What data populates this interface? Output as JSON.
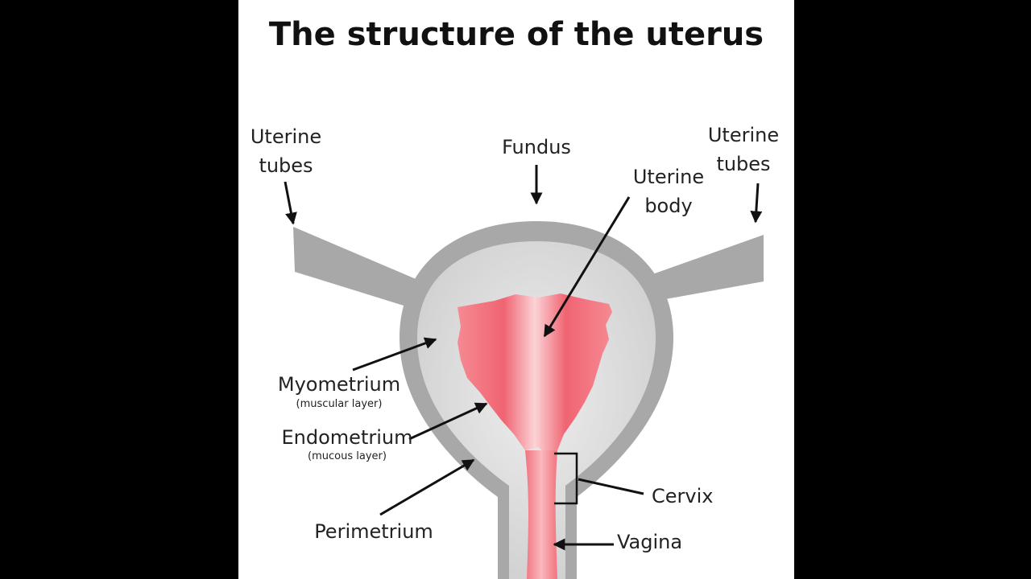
{
  "title": "The structure of the uterus",
  "labels": {
    "uterine_tubes_left": [
      "Uterine",
      "tubes"
    ],
    "uterine_tubes_right": [
      "Uterine",
      "tubes"
    ],
    "fundus": "Fundus",
    "uterine_body": [
      "Uterine",
      "body"
    ],
    "myometrium": "Myometrium",
    "myometrium_note": "(muscular layer)",
    "endometrium": "Endometrium",
    "endometrium_note": "(mucous layer)",
    "perimetrium": "Perimetrium",
    "cervix": "Cervix",
    "vagina": "Vagina"
  },
  "colors": {
    "background": "#000000",
    "panel": "#ffffff",
    "outer_wall": "#a8a8a8",
    "myometrium": "#d2d2d2",
    "endometrium": "#f47a86",
    "arrow": "#111111"
  }
}
